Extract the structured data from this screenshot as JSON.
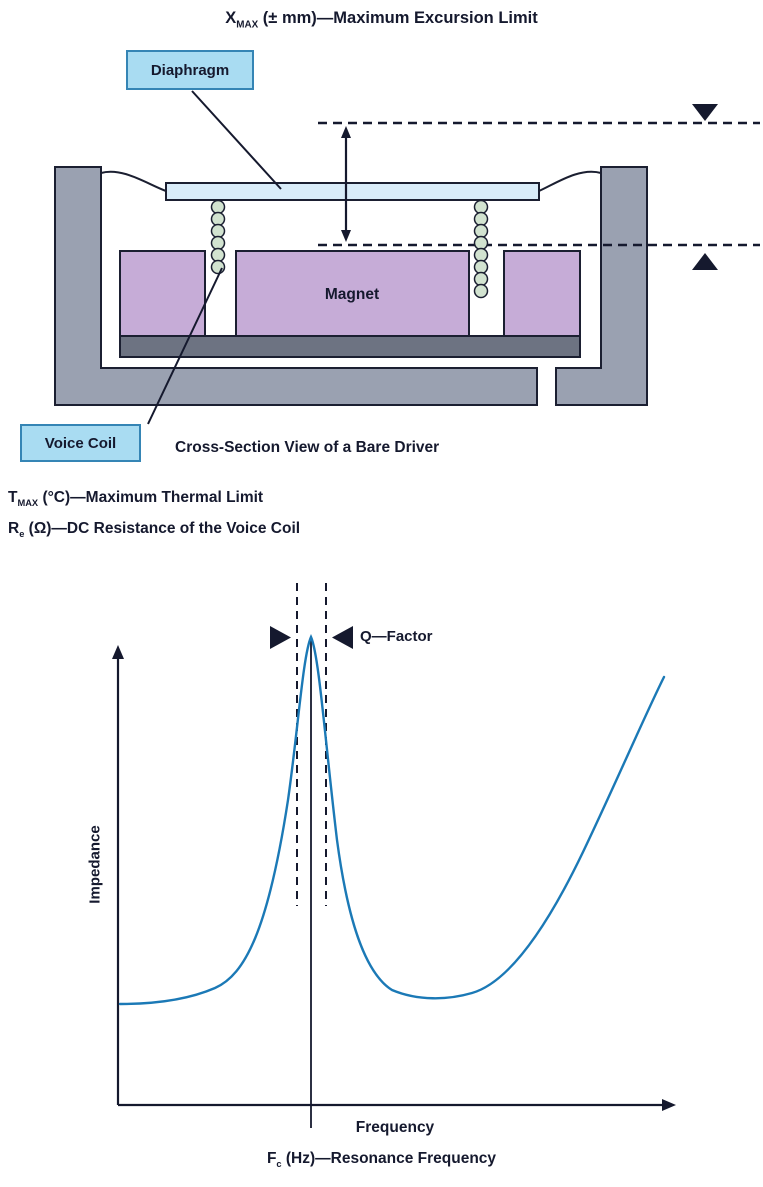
{
  "colors": {
    "ink": "#15192e",
    "curve_blue": "#1b79b6",
    "label_box_fill": "#a9dcf2",
    "label_box_border": "#3585b5",
    "frame_gray": "#9aa1b1",
    "magnet_purple": "#c6acd7",
    "plate_dark": "#6d7382",
    "coil_green": "#d2e3d0",
    "diaphragm_blue": "#d9ecf9"
  },
  "top_diagram": {
    "xmax_title": {
      "prefix": "X",
      "sub": "MAX",
      "rest": " (± mm)—Maximum Excursion Limit"
    },
    "diaphragm_label": "Diaphragm",
    "voice_coil_label": "Voice Coil",
    "magnet_label": "Magnet",
    "caption": "Cross-Section View of a Bare Driver",
    "tmax_line": {
      "prefix": "T",
      "sub": "MAX",
      "rest": " (°C)—Maximum Thermal Limit"
    },
    "re_line": {
      "prefix": "R",
      "sub": "e",
      "rest": " (Ω)—DC Resistance of the Voice Coil"
    }
  },
  "chart": {
    "q_factor_label": "Q—Factor",
    "ylabel": "Impedance",
    "xlabel": "Frequency",
    "fc_caption": {
      "prefix": "F",
      "sub": "c",
      "rest": " (Hz)—Resonance Frequency"
    }
  },
  "chart_data": {
    "type": "line",
    "title": "",
    "xlabel": "Frequency",
    "ylabel": "Impedance",
    "x_axis_ticks": [],
    "y_axis_ticks": [],
    "grid": false,
    "legend": false,
    "series": [
      {
        "name": "Impedance vs Frequency",
        "x_percent": [
          0,
          8,
          17,
          22,
          27,
          30,
          33,
          34.5,
          36,
          39,
          44,
          49,
          57,
          63,
          72,
          83,
          92,
          98
        ],
        "y_percent": [
          22,
          22,
          23,
          28,
          45,
          66,
          88,
          100,
          88,
          58,
          30,
          25,
          24,
          24,
          34,
          55,
          77,
          93
        ]
      }
    ],
    "annotations": [
      {
        "label": "Q—Factor",
        "note": "bandwidth between two dashed vertical lines around the resonance peak"
      },
      {
        "label": "Fc",
        "note": "resonance frequency marked by solid vertical line at the peak (x ≈ 34.5%)"
      }
    ]
  }
}
